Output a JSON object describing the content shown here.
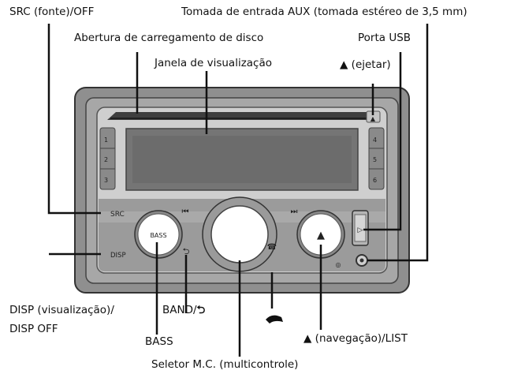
{
  "labels": {
    "src_off": "SRC (fonte)/OFF",
    "aux_jack": "Tomada de entrada AUX (tomada estéreo de 3,5 mm)",
    "disc_slot": "Abertura de carregamento de disco",
    "usb_port": "Porta USB",
    "display_window": "Janela de visualização",
    "eject": "▲ (ejetar)",
    "disp_line1": "DISP (visualização)/",
    "disp_line2": "DISP OFF",
    "band": "BAND/",
    "bass": "BASS",
    "navigation_list": "▲ (navegação)/LIST",
    "mc_selector": "Seletor M.C. (multicontrole)"
  },
  "device": {
    "preset_left": [
      "1",
      "2",
      "3"
    ],
    "preset_right": [
      "4",
      "5",
      "6"
    ],
    "src_text": "SRC",
    "disp_text": "DISP",
    "bass_text": "BASS",
    "prev_icon": "⏮",
    "next_icon": "⏭",
    "back_icon": "⮌",
    "phone_icon": "☎",
    "nav_icon": "▲",
    "eject_icon": "▲",
    "usb_icon": "▷",
    "mic_icon": "◎"
  }
}
